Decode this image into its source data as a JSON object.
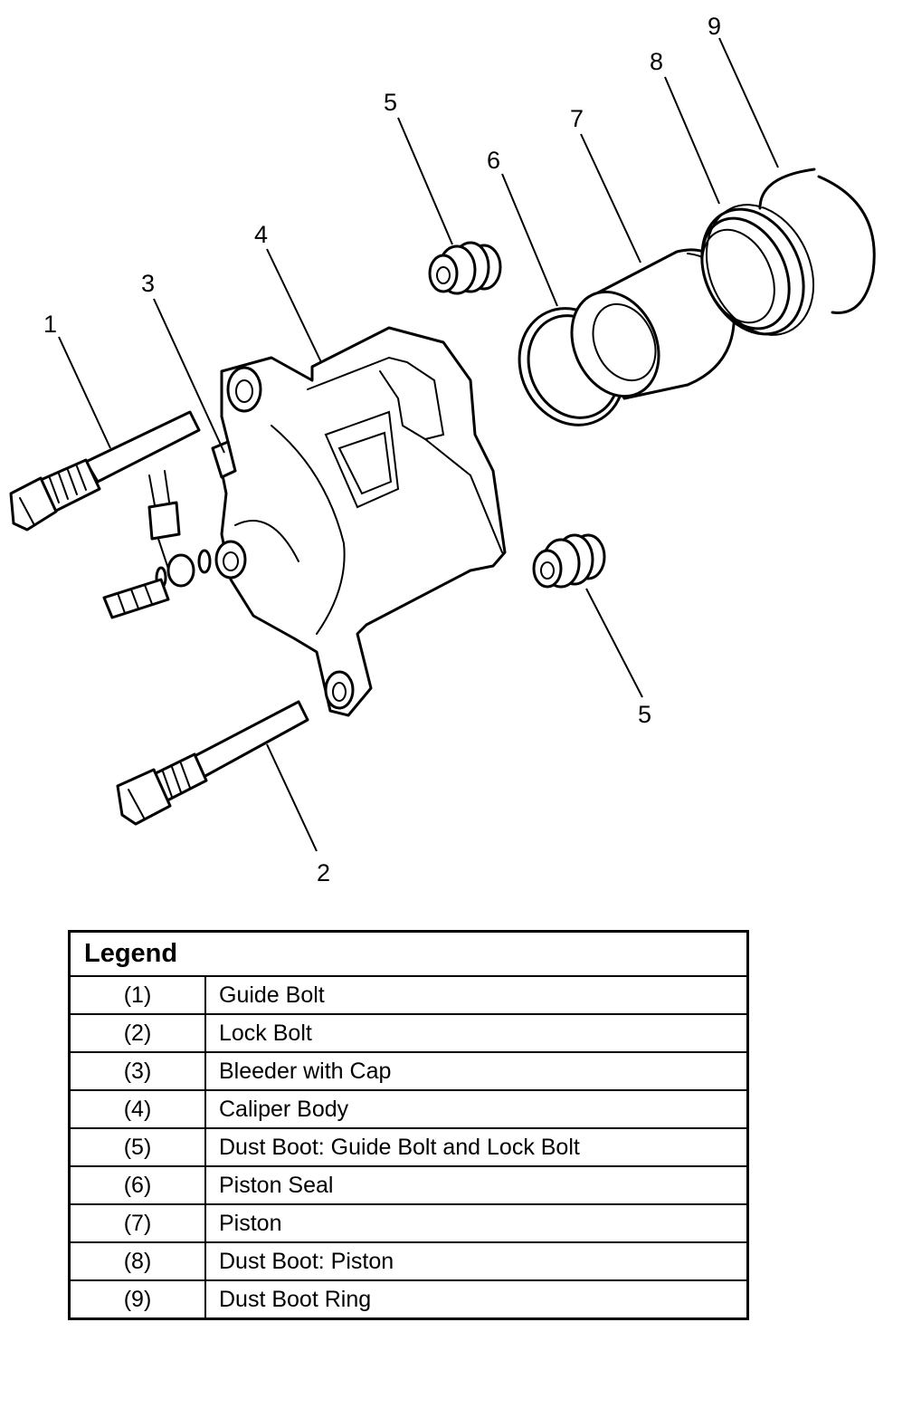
{
  "diagram": {
    "callouts": [
      {
        "key": "c1",
        "text": "1"
      },
      {
        "key": "c2",
        "text": "2"
      },
      {
        "key": "c3",
        "text": "3"
      },
      {
        "key": "c4",
        "text": "4"
      },
      {
        "key": "c5a",
        "text": "5"
      },
      {
        "key": "c5b",
        "text": "5"
      },
      {
        "key": "c6",
        "text": "6"
      },
      {
        "key": "c7",
        "text": "7"
      },
      {
        "key": "c8",
        "text": "8"
      },
      {
        "key": "c9",
        "text": "9"
      }
    ]
  },
  "legend": {
    "title": "Legend",
    "rows": [
      {
        "num": "(1)",
        "desc": "Guide Bolt"
      },
      {
        "num": "(2)",
        "desc": "Lock Bolt"
      },
      {
        "num": "(3)",
        "desc": "Bleeder with Cap"
      },
      {
        "num": "(4)",
        "desc": "Caliper Body"
      },
      {
        "num": "(5)",
        "desc": "Dust Boot: Guide Bolt and Lock Bolt"
      },
      {
        "num": "(6)",
        "desc": "Piston Seal"
      },
      {
        "num": "(7)",
        "desc": "Piston"
      },
      {
        "num": "(8)",
        "desc": "Dust Boot: Piston"
      },
      {
        "num": "(9)",
        "desc": "Dust Boot Ring"
      }
    ]
  }
}
